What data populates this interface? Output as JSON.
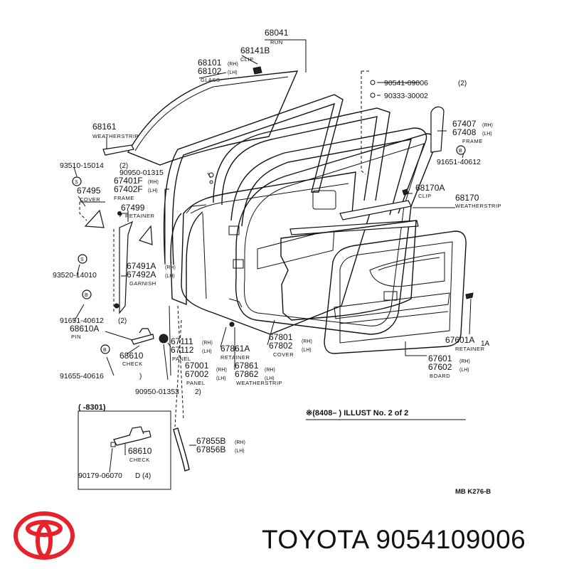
{
  "brand": {
    "name": "TOYOTA",
    "part_number": "9054109006"
  },
  "colors": {
    "logo": "#e8212b",
    "ink": "#111111"
  },
  "diagram": {
    "labels": [
      {
        "id": "l68041",
        "t": "68041"
      },
      {
        "id": "l68041s",
        "t": "RUN"
      },
      {
        "id": "l68141b",
        "t": "68141B"
      },
      {
        "id": "l68141bs",
        "t": "CLIP"
      },
      {
        "id": "l68101",
        "t": "68101"
      },
      {
        "id": "l68101r",
        "t": "(RH)"
      },
      {
        "id": "l68102",
        "t": "68102"
      },
      {
        "id": "l68102l",
        "t": "(LH)"
      },
      {
        "id": "lglass",
        "t": "GLASS"
      },
      {
        "id": "l90541",
        "t": "90541-09006"
      },
      {
        "id": "l90541q",
        "t": "(2)"
      },
      {
        "id": "l90333",
        "t": "90333-30002"
      },
      {
        "id": "l68161",
        "t": "68161"
      },
      {
        "id": "l68161s",
        "t": "WEATHERSTRIP"
      },
      {
        "id": "l67407",
        "t": "67407"
      },
      {
        "id": "l67407r",
        "t": "(RH)"
      },
      {
        "id": "l67408",
        "t": "67408"
      },
      {
        "id": "l67408l",
        "t": "(LH)"
      },
      {
        "id": "l67407s",
        "t": "FRAME"
      },
      {
        "id": "l93510",
        "t": "93510-15014"
      },
      {
        "id": "l2a",
        "t": "(2)"
      },
      {
        "id": "l90950a",
        "t": "90950-01315"
      },
      {
        "id": "l91651a",
        "t": "91651-40612"
      },
      {
        "id": "l67401f",
        "t": "67401F"
      },
      {
        "id": "l67401fr",
        "t": "(RH)"
      },
      {
        "id": "l67402f",
        "t": "67402F"
      },
      {
        "id": "l67402fl",
        "t": "(LH)"
      },
      {
        "id": "lframe",
        "t": "FRAME"
      },
      {
        "id": "l67495",
        "t": "67495"
      },
      {
        "id": "l67495s",
        "t": "COVER"
      },
      {
        "id": "l68170a",
        "t": "68170A"
      },
      {
        "id": "l68170as",
        "t": "CLIP"
      },
      {
        "id": "l68170",
        "t": "68170"
      },
      {
        "id": "l68170s",
        "t": "WEATHERSTRIP"
      },
      {
        "id": "l67499",
        "t": "67499"
      },
      {
        "id": "l67499s",
        "t": "RETAINER"
      },
      {
        "id": "l93520",
        "t": "93520-14010"
      },
      {
        "id": "l67491a",
        "t": "67491A"
      },
      {
        "id": "l67491ar",
        "t": "(RH)"
      },
      {
        "id": "l67492a",
        "t": "67492A"
      },
      {
        "id": "l67492al",
        "t": "(LH)"
      },
      {
        "id": "lgarnish",
        "t": "GARNISH"
      },
      {
        "id": "l91651b",
        "t": "91651-40612"
      },
      {
        "id": "l2b",
        "t": "(2)"
      },
      {
        "id": "l68610a",
        "t": "68610A"
      },
      {
        "id": "lpin",
        "t": "PIN"
      },
      {
        "id": "l68610",
        "t": "68610"
      },
      {
        "id": "lcheck",
        "t": "CHECK"
      },
      {
        "id": "l91655",
        "t": "91655-40616"
      },
      {
        "id": "l91655q",
        "t": ")"
      },
      {
        "id": "l67111",
        "t": "67111"
      },
      {
        "id": "l67111r",
        "t": "(RH)"
      },
      {
        "id": "l67112",
        "t": "67112"
      },
      {
        "id": "l67112l",
        "t": "(LH)"
      },
      {
        "id": "lpanel1",
        "t": "PANEL"
      },
      {
        "id": "l67001",
        "t": "67001"
      },
      {
        "id": "l67001r",
        "t": "(RH)"
      },
      {
        "id": "l67002",
        "t": "67002"
      },
      {
        "id": "l67002l",
        "t": "(LH)"
      },
      {
        "id": "lpanel2",
        "t": "PANEL"
      },
      {
        "id": "l90950b",
        "t": "90950-01353"
      },
      {
        "id": "l2c",
        "t": "2)"
      },
      {
        "id": "l67861a",
        "t": "67861A"
      },
      {
        "id": "lret1",
        "t": "RETAINER"
      },
      {
        "id": "l67861",
        "t": "67861"
      },
      {
        "id": "l67861r",
        "t": "(RH)"
      },
      {
        "id": "l67862",
        "t": "67862"
      },
      {
        "id": "l67862l",
        "t": "(LH)"
      },
      {
        "id": "lws",
        "t": "WEATHERSTRIP"
      },
      {
        "id": "l67801",
        "t": "67801"
      },
      {
        "id": "l67801r",
        "t": "(RH)"
      },
      {
        "id": "l67802",
        "t": "67802"
      },
      {
        "id": "l67802l",
        "t": "(LH)"
      },
      {
        "id": "lcover",
        "t": "COVER"
      },
      {
        "id": "l67601a",
        "t": "67601A"
      },
      {
        "id": "l1a",
        "t": "1A"
      },
      {
        "id": "lret2",
        "t": "RETAINER"
      },
      {
        "id": "l67601",
        "t": "67601"
      },
      {
        "id": "l67601r",
        "t": "(RH)"
      },
      {
        "id": "l67602",
        "t": "67602"
      },
      {
        "id": "l67602l",
        "t": "(LH)"
      },
      {
        "id": "lboard",
        "t": "BOARD"
      },
      {
        "id": "l8301",
        "t": "(     -8301)"
      },
      {
        "id": "l8408",
        "t": "※(8408–          ) ILLUST No. 2 of 2"
      },
      {
        "id": "l67855b",
        "t": "67855B"
      },
      {
        "id": "l67855br",
        "t": "(RH)"
      },
      {
        "id": "l67856b",
        "t": "67856B"
      },
      {
        "id": "l67856bl",
        "t": "(LH)"
      },
      {
        "id": "l68610b",
        "t": "68610"
      },
      {
        "id": "lcheck2",
        "t": "CHECK"
      },
      {
        "id": "l90179",
        "t": "90179-06070"
      },
      {
        "id": "l90179q",
        "t": "D  (4)"
      },
      {
        "id": "lmb",
        "t": "MB   K276-B"
      }
    ],
    "bubbles": [
      {
        "id": "b1",
        "t": "S"
      },
      {
        "id": "b2",
        "t": "S"
      },
      {
        "id": "b3",
        "t": "B"
      },
      {
        "id": "b4",
        "t": "B"
      },
      {
        "id": "b5",
        "t": "B"
      }
    ]
  }
}
